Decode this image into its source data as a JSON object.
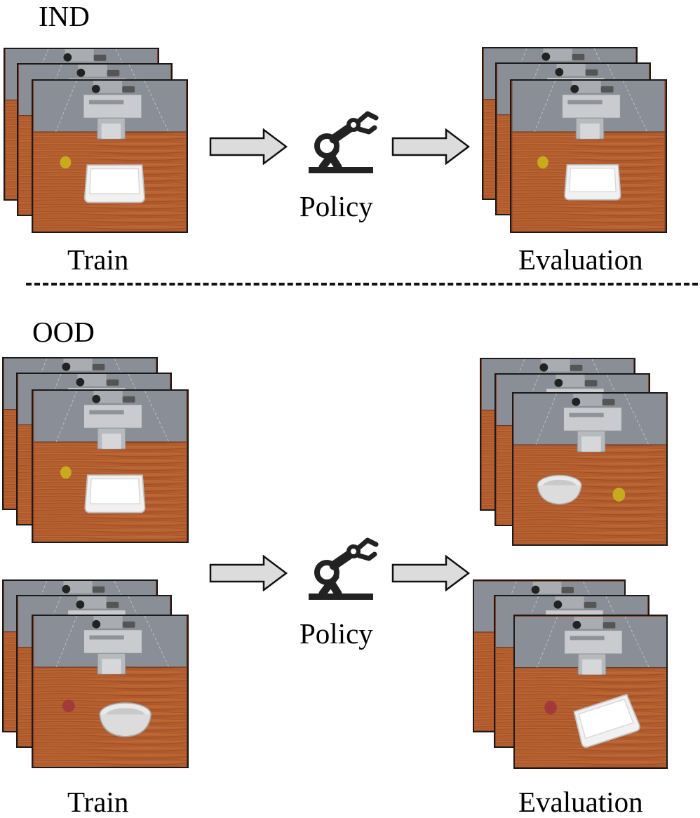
{
  "top": {
    "section_label": "IND",
    "train_label": "Train",
    "policy_label": "Policy",
    "eval_label": "Evaluation"
  },
  "bottom": {
    "section_label": "OOD",
    "train_label": "Train",
    "policy_label": "Policy",
    "eval_label": "Evaluation"
  },
  "icons": {
    "arrow": "right-arrow-icon",
    "robot": "robot-arm-icon"
  },
  "colors": {
    "table": "#b8612f",
    "wall": "#8a8e96",
    "arrow_fill": "#dcdcdc",
    "arrow_stroke": "#111111",
    "robot": "#222222",
    "ball_yellow": "#c6ac1d",
    "ball_red": "#a23a3a"
  }
}
